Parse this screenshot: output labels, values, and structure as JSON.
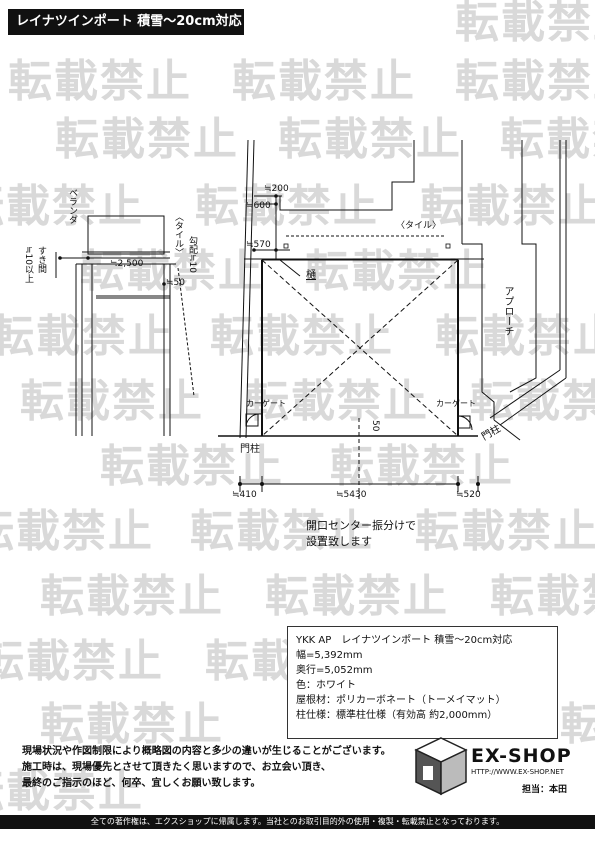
{
  "header": {
    "title": "レイナツインポート 積雪～20cm対応"
  },
  "watermark": {
    "text": "転載禁止"
  },
  "plan": {
    "labels": {
      "veranda": "ベランダ",
      "clearance": "すき間\n≒10以上",
      "tile_side": "〈タイル〉",
      "slope": "勾配≒10",
      "tile_top": "〈タイル〉",
      "gutter": "樋",
      "approach": "アプローチ",
      "gate_left": "門柱",
      "gate_right": "門柱",
      "cargate_left": "カーゲート",
      "cargate_right": "カーゲート"
    },
    "dims": {
      "d200": "≒200",
      "d600": "≒600",
      "d570": "≒570",
      "d2500": "≒2,500",
      "d50a": "50",
      "d50b": "≒50",
      "d410": "≒410",
      "d5430": "≒5430",
      "d520": "≒520"
    },
    "center_note": [
      "開口センター振分けで",
      "設置致します"
    ]
  },
  "spec": {
    "line1": "YKK AP　レイナツインポート 積雪～20cm対応",
    "line2": "幅=5,392mm",
    "line3": "奥行=5,052mm",
    "line4": "色：ホワイト",
    "line5": "屋根材：ポリカーボネート（トーメイマット）",
    "line6": "柱仕様：標準柱仕様（有効高 約2,000mm）"
  },
  "footer": {
    "note1": "現場状況や作図制限により概略図の内容と多少の違いが生じることがございます。",
    "note2": "施工時は、現場優先とさせて頂きたく思いますので、お立会い頂き、",
    "note3": "最終のご指示のほど、何卒、宜しくお願い致します。",
    "copyright": "全ての著作権は、エクスショップに帰属します。当社とのお取引目的外の使用・複製・転載禁止となっております。"
  },
  "logo": {
    "name": "EX-SHOP",
    "url": "HTTP://WWW.EX-SHOP.NET",
    "person": "担当：本田"
  }
}
